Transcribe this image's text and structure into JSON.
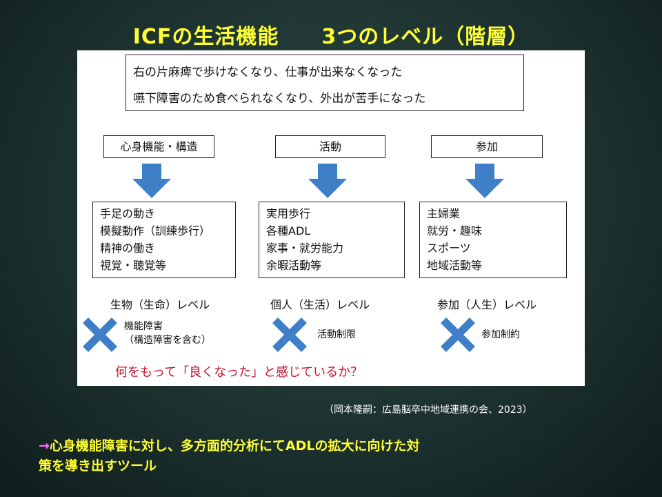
{
  "title": "ICFの生活機能　　3つのレベル（階層）",
  "summary": {
    "line1": "右の片麻痺で歩けなくなり、仕事が出来なくなった",
    "line2": "嚥下障害のため食べられなくなり、外出が苦手になった"
  },
  "columns": [
    {
      "category": "心身機能・構造",
      "items": [
        "手足の動き",
        "模擬動作（訓練歩行）",
        "精神の働き",
        "視覚・聴覚等"
      ],
      "level": "生物（生命）レベル",
      "problem": [
        "機能障害",
        "（構造障害を含む）"
      ]
    },
    {
      "category": "活動",
      "items": [
        "実用歩行",
        "各種ADL",
        "家事・就労能力",
        "余暇活動等"
      ],
      "level": "個人（生活）レベル",
      "problem": [
        "活動制限"
      ]
    },
    {
      "category": "参加",
      "items": [
        "主婦業",
        "就労・趣味",
        "スポーツ",
        "地域活動等"
      ],
      "level": "参加（人生）レベル",
      "problem": [
        "参加制約"
      ]
    }
  ],
  "question": "何をもって「良くなった」と感じているか？",
  "source": "（岡本隆嗣：広島脳卒中地域連携の会、2023）",
  "conclusion": {
    "arrow": "→",
    "line1": "心身機能障害に対し、多方面的分析にてADLの拡大に向けた対",
    "line2": "策を導き出すツール"
  },
  "colors": {
    "title": "#ffff33",
    "arrow_blue": "#3f7fc8",
    "question_red": "#c8102e",
    "conclusion_arrow": "#ff66ff"
  },
  "icons": [
    "down-arrow-icon",
    "cross-mark-icon"
  ]
}
